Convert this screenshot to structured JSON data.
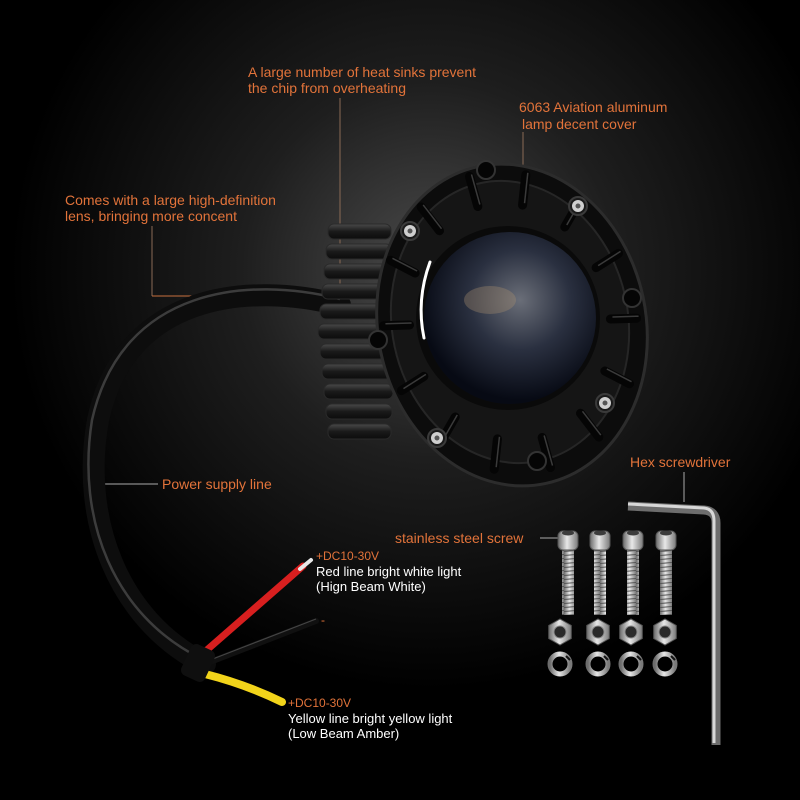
{
  "annotations": {
    "heat_sinks": {
      "line1": "A large number of heat sinks prevent",
      "line2": "the chip from overheating"
    },
    "cover": {
      "line1": "6063 Aviation aluminum",
      "line2": "lamp decent cover"
    },
    "lens": {
      "line1": "Comes with a large high-definition",
      "line2": "lens, bringing more concent"
    },
    "power_line": "Power supply line",
    "hex_screwdriver": "Hex screwdriver",
    "screw": "stainless steel screw",
    "red_wire": {
      "voltage": "+DC10-30V",
      "desc": "Red line bright white light",
      "mode": "(Hign Beam White)"
    },
    "black_wire": {
      "symbol": "-"
    },
    "yellow_wire": {
      "voltage": "+DC10-30V",
      "desc": "Yellow line bright yellow light",
      "mode": "(Low Beam Amber)"
    }
  },
  "colors": {
    "accent": "#e2733a",
    "label_text": "#ffffff",
    "background": "#000000",
    "red_wire": "#d81f1f",
    "yellow_wire": "#f2d41a"
  }
}
